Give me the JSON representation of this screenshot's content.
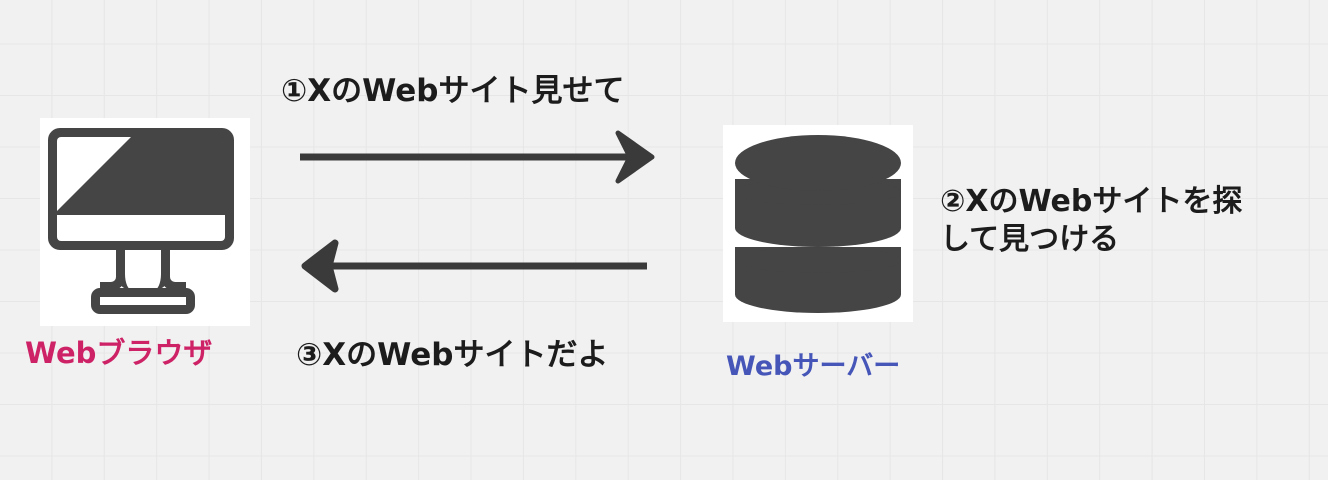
{
  "diagram": {
    "title": "Web browser and Web server request-response flow",
    "background_color": "#f1f1f1",
    "grid_color": "#e6e6e6",
    "ink_color": "#3a3a3a"
  },
  "nodes": [
    {
      "id": "browser",
      "icon": "desktop-monitor-icon",
      "label": "Webブラウザ",
      "label_color": "#ce2266"
    },
    {
      "id": "server",
      "icon": "database-cylinder-icon",
      "label": "Webサーバー",
      "label_color": "#4555b8"
    }
  ],
  "messages": [
    {
      "id": "step-1",
      "marker": "①",
      "text": "①XのWebサイト見せて",
      "color": "#1c1c1c"
    },
    {
      "id": "step-2",
      "marker": "②",
      "text": "②XのWebサイトを探\nして見つける",
      "color": "#1c1c1c"
    },
    {
      "id": "step-3",
      "marker": "③",
      "text": "③XのWebサイトだよ",
      "color": "#1c1c1c"
    }
  ],
  "arrows": [
    {
      "id": "request-arrow",
      "direction": "right",
      "from": "browser",
      "to": "server",
      "color": "#3a3a3a"
    },
    {
      "id": "response-arrow",
      "direction": "left",
      "from": "server",
      "to": "browser",
      "color": "#3a3a3a"
    }
  ]
}
